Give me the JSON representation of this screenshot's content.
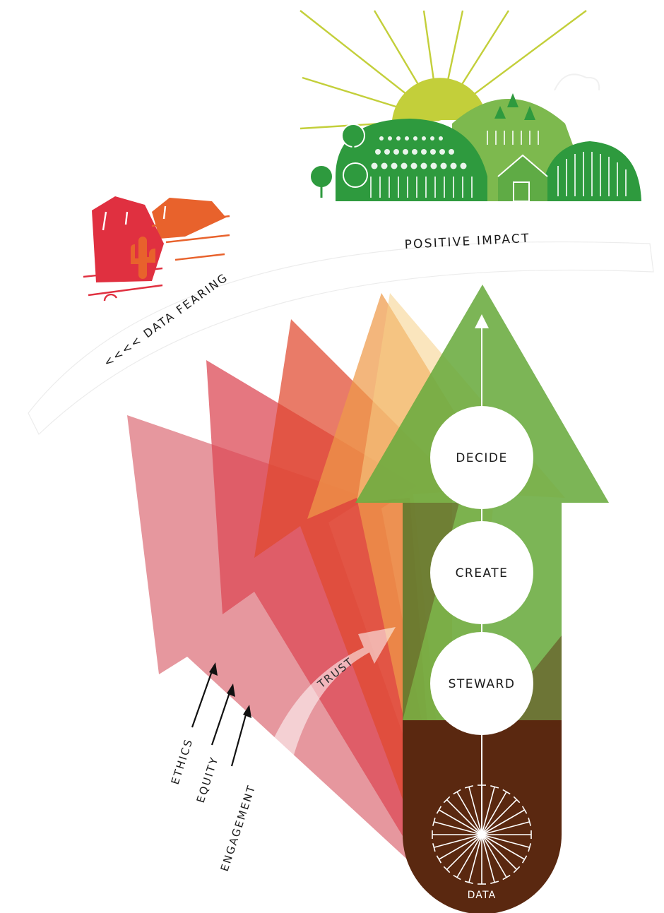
{
  "diagram": {
    "labels": {
      "positive_impact": "POSITIVE IMPACT",
      "data_fearing": "<<<< DATA FEARING",
      "trust": "TRUST",
      "data": "DATA"
    },
    "stages": [
      "DECIDE",
      "CREATE",
      "STEWARD"
    ],
    "drivers": [
      "ETHICS",
      "EQUITY",
      "ENGAGEMENT"
    ],
    "colors": {
      "green_arrow": "#6aab3f",
      "green_light": "#8cc05a",
      "brown_base": "#5a2810",
      "red_1": "#e2858d",
      "red_2": "#e0545c",
      "red_3": "#e45a3a",
      "orange_4": "#f0a85a",
      "yellow_5": "#f6cf86",
      "sun": "#c3cf3a",
      "hill_green": "#2e9a3e",
      "hill_light": "#7db94e",
      "desert_red": "#e03040",
      "desert_orange": "#e8622c"
    },
    "icons": [
      "sun-icon",
      "hills-icon",
      "trees-icon",
      "house-icon",
      "desert-rocks-icon",
      "cactus-icon",
      "starburst-icon"
    ]
  }
}
